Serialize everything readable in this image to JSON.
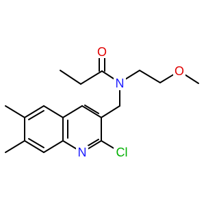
{
  "molecule": {
    "atoms": {
      "o_carbonyl": {
        "symbol": "O",
        "color": "#e00000"
      },
      "n_amide": {
        "symbol": "N",
        "color": "#1a1aff"
      },
      "o_ether": {
        "symbol": "O",
        "color": "#e00000"
      },
      "n_ring": {
        "symbol": "N",
        "color": "#1a1aff"
      },
      "cl": {
        "symbol": "Cl",
        "color": "#00b000"
      }
    }
  }
}
